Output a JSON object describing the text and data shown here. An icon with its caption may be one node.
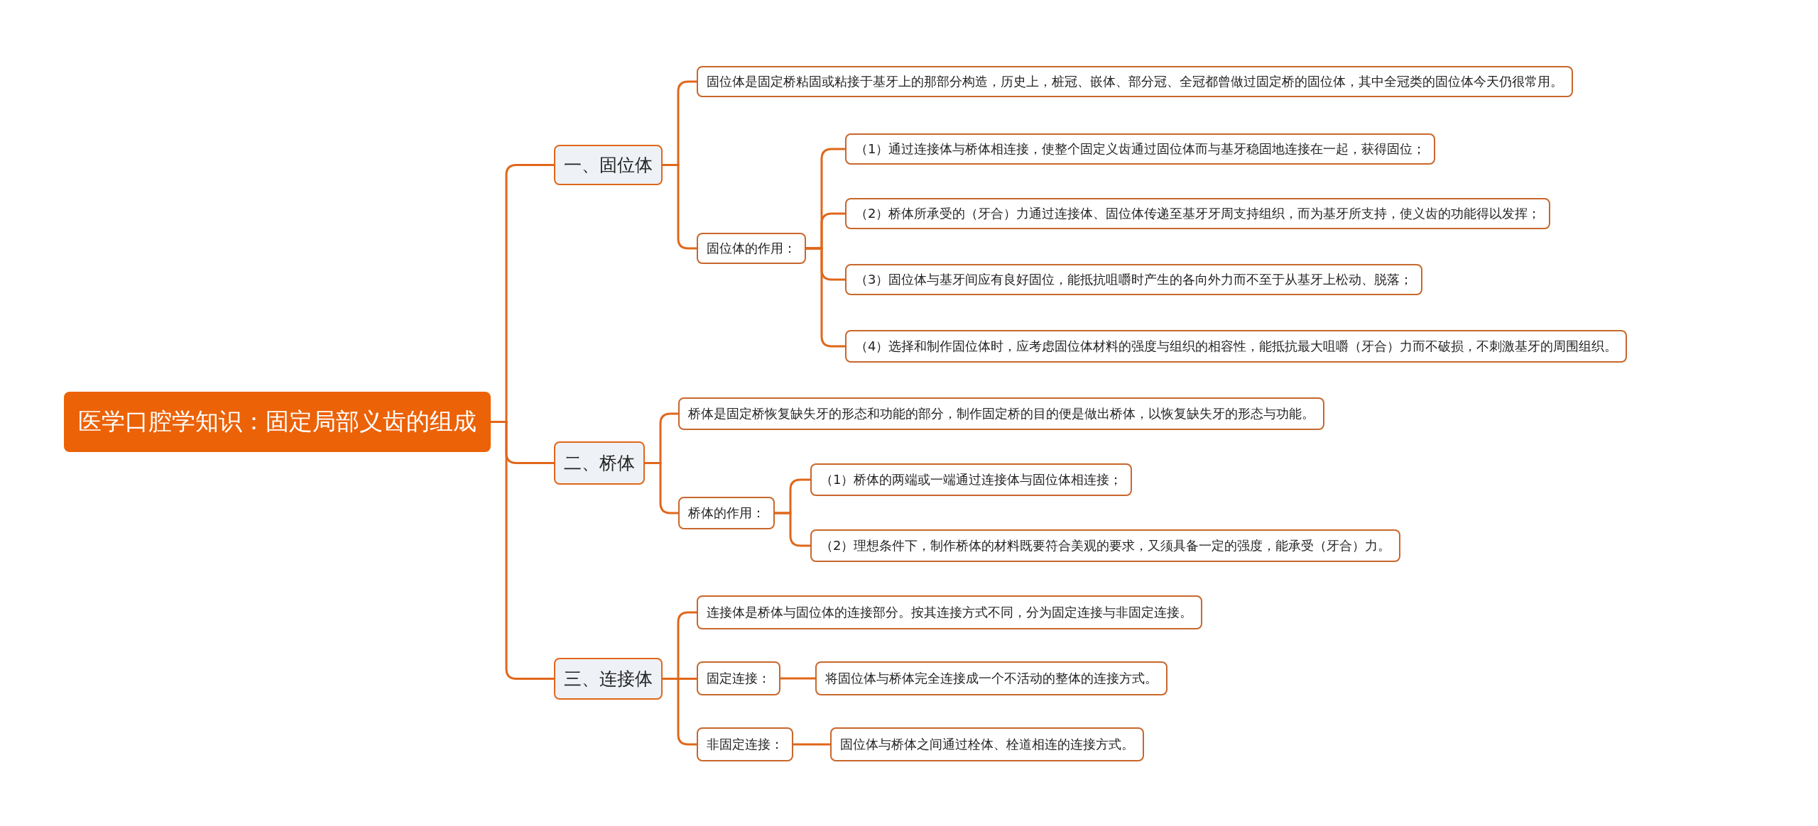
{
  "diagram": {
    "nodes": [
      {
        "text": [
          "医学口腔学知识：固定局部义齿的组成"
        ]
      },
      {
        "text": [
          "一、固位体"
        ]
      },
      {
        "text": [
          "固位体是固定桥粘固或粘接于基牙上的那部分构造，历史上，桩冠、嵌体、部分冠、全冠都曾做过固定桥的固位体，其中全冠类的固位体今天仍很常用。"
        ]
      },
      {
        "text": [
          "固位体的作用："
        ]
      },
      {
        "text": [
          "（1）通过连接体与桥体相连接，使整个固定义齿通过固位体而与基牙稳固地连接在一起，获得固位；"
        ]
      },
      {
        "text": [
          "（2）桥体所承受的（牙合）力通过连接体、固位体传递至基牙牙周支持组织，而为基牙所支持，使义齿的功能得以发挥；"
        ]
      },
      {
        "text": [
          "（3）固位体与基牙间应有良好固位，能抵抗咀嚼时产生的各向外力而不至于从基牙上松动、脱落；"
        ]
      },
      {
        "text": [
          "（4）选择和制作固位体时，应考虑固位体材料的强度与组织的相容性，能抵抗最大咀嚼（牙合）力而不破损，不刺激基牙的周围组织。"
        ]
      },
      {
        "text": [
          "二、桥体"
        ]
      },
      {
        "text": [
          "桥体是固定桥恢复缺失牙的形态和功能的部分，制作固定桥的目的便是做出桥体，以恢复缺失牙的形态与功能。"
        ]
      },
      {
        "text": [
          "桥体的作用："
        ]
      },
      {
        "text": [
          "（1）桥体的两端或一端通过连接体与固位体相连接；"
        ]
      },
      {
        "text": [
          "（2）理想条件下，制作桥体的材料既要符合美观的要求，又须具备一定的强度，能承受（牙合）力。"
        ]
      },
      {
        "text": [
          "三、连接体"
        ]
      },
      {
        "text": [
          "连接体是桥体与固位体的连接部分。按其连接方式不同，分为固定连接与非固定连接。"
        ]
      },
      {
        "text": [
          "固定连接："
        ]
      },
      {
        "text": [
          "将固位体与桥体完全连接成一个不活动的整体的连接方式。"
        ]
      },
      {
        "text": [
          "非固定连接："
        ]
      },
      {
        "text": [
          "固位体与桥体之间通过栓体、栓道相连的连接方式。"
        ]
      }
    ],
    "edges": [
      {
        "from": 0,
        "to": 1,
        "arrow": "none"
      },
      {
        "from": 1,
        "to": 2,
        "arrow": "none"
      },
      {
        "from": 1,
        "to": 3,
        "arrow": "none"
      },
      {
        "from": 3,
        "to": 4,
        "arrow": "none"
      },
      {
        "from": 3,
        "to": 5,
        "arrow": "none"
      },
      {
        "from": 3,
        "to": 6,
        "arrow": "none"
      },
      {
        "from": 3,
        "to": 7,
        "arrow": "none"
      },
      {
        "from": 0,
        "to": 8,
        "arrow": "none"
      },
      {
        "from": 8,
        "to": 9,
        "arrow": "none"
      },
      {
        "from": 8,
        "to": 10,
        "arrow": "none"
      },
      {
        "from": 10,
        "to": 11,
        "arrow": "none"
      },
      {
        "from": 10,
        "to": 12,
        "arrow": "none"
      },
      {
        "from": 0,
        "to": 13,
        "arrow": "none"
      },
      {
        "from": 13,
        "to": 14,
        "arrow": "none"
      },
      {
        "from": 13,
        "to": 15,
        "arrow": "none"
      },
      {
        "from": 15,
        "to": 16,
        "arrow": "none"
      },
      {
        "from": 13,
        "to": 17,
        "arrow": "none"
      },
      {
        "from": 17,
        "to": 18,
        "arrow": "none"
      }
    ]
  }
}
